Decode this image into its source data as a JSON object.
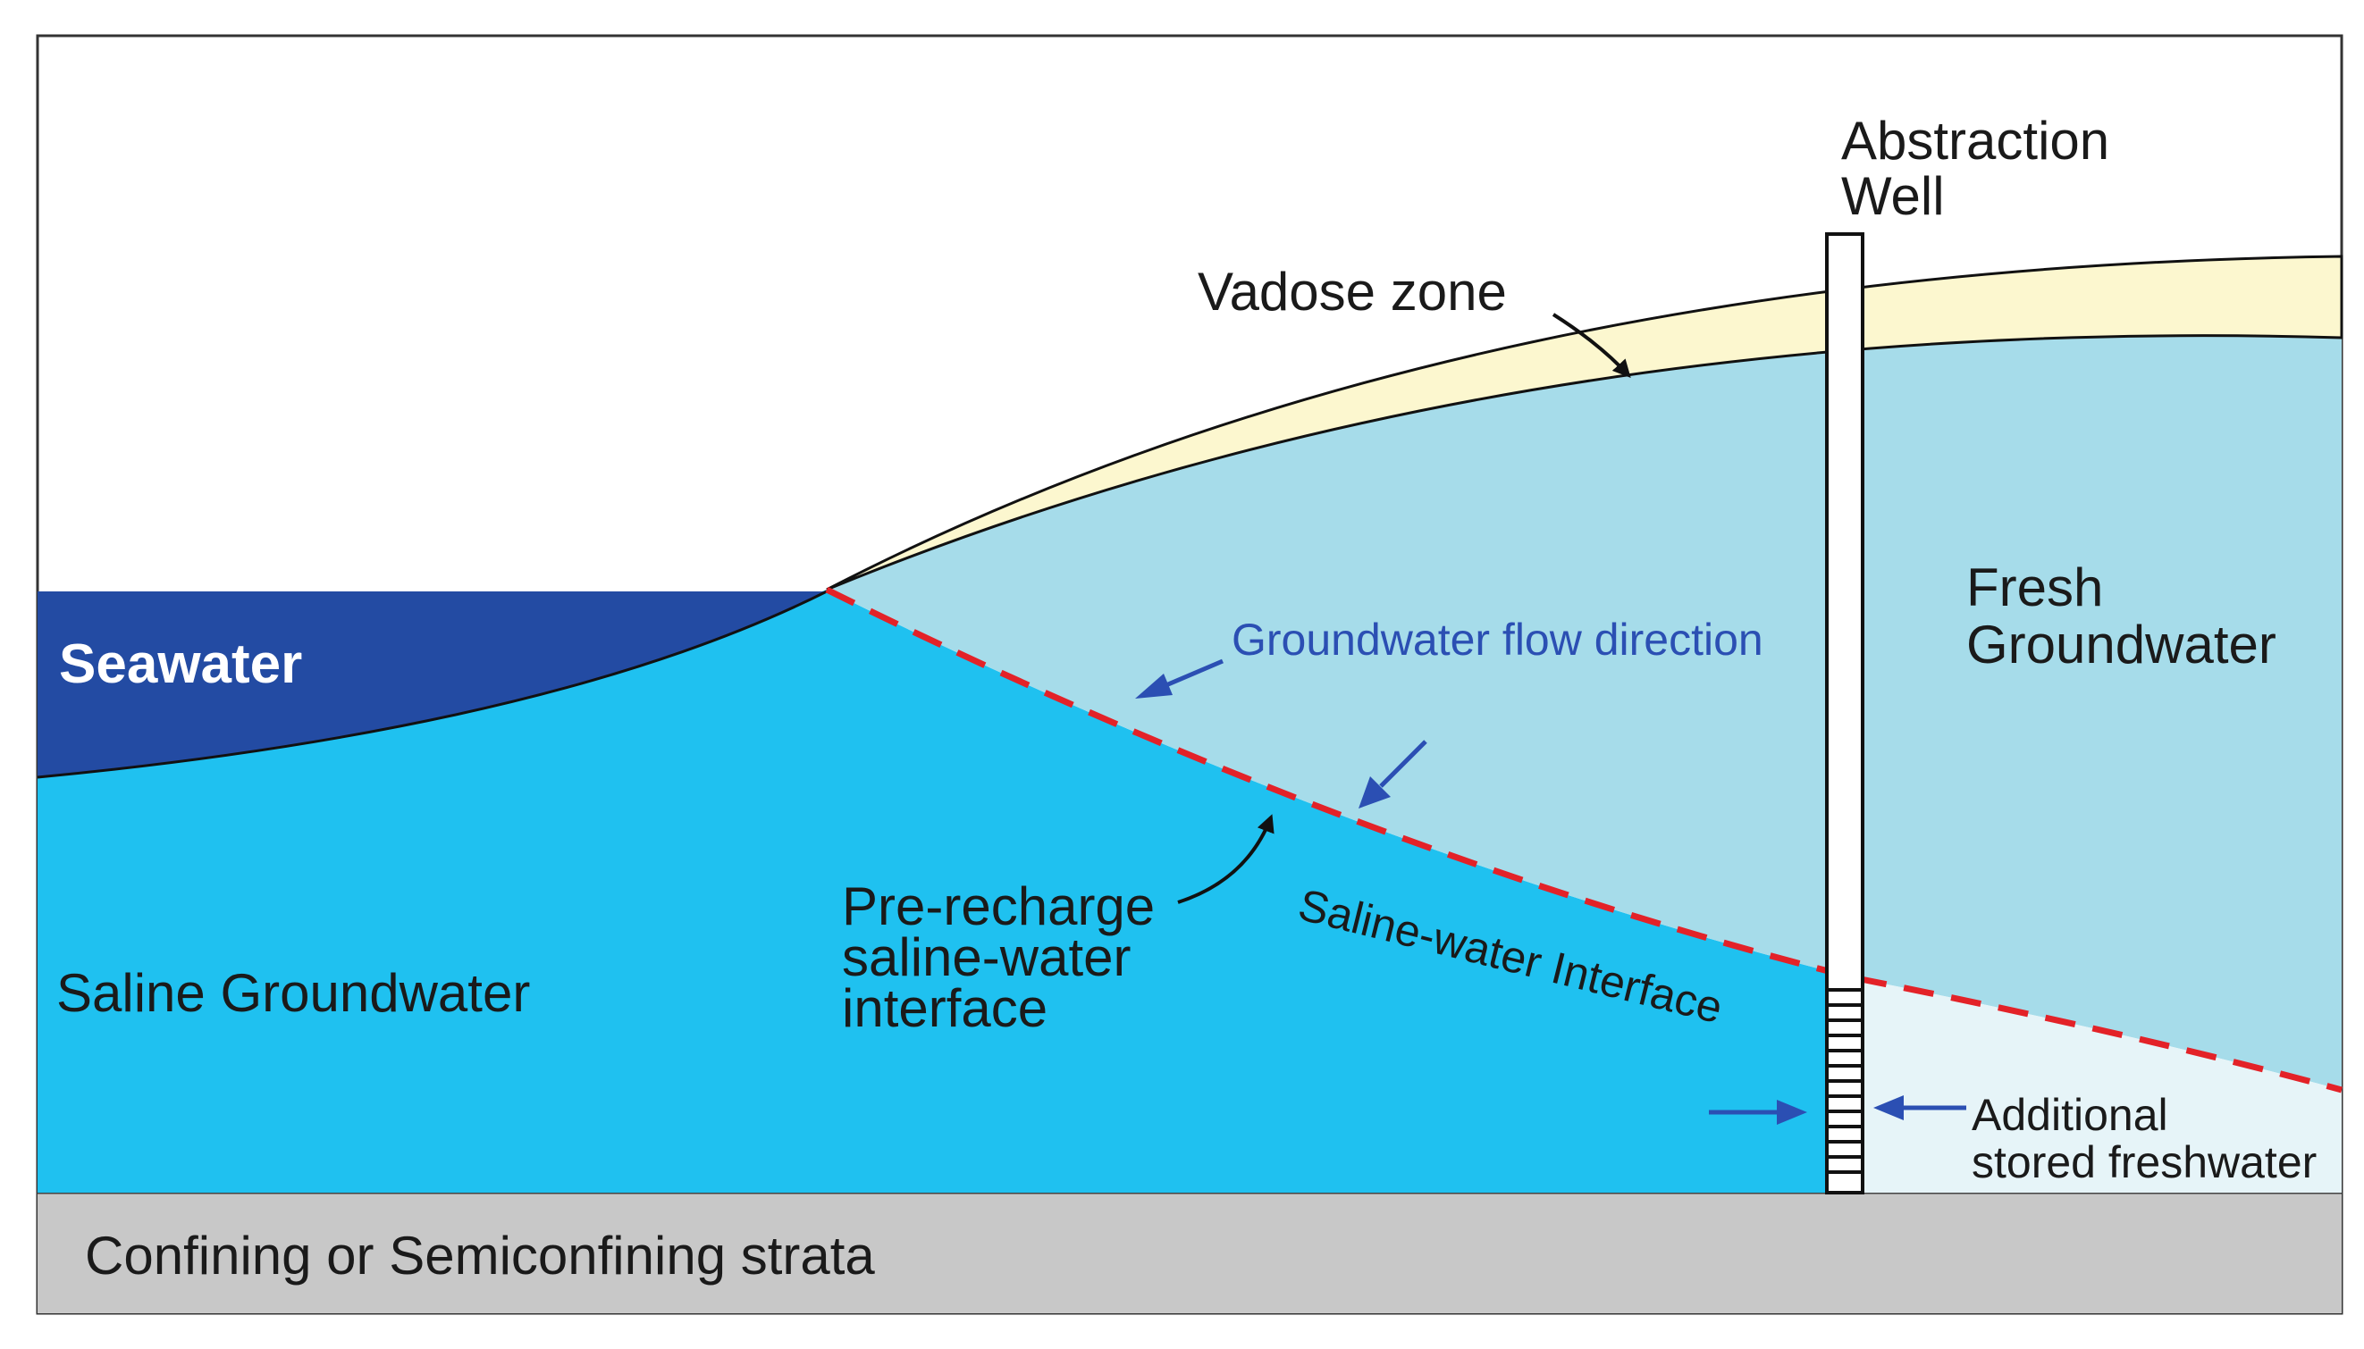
{
  "labels": {
    "abstraction_well_line1": "Abstraction",
    "abstraction_well_line2": "Well",
    "vadose_zone": "Vadose zone",
    "fresh_groundwater_line1": "Fresh",
    "fresh_groundwater_line2": "Groundwater",
    "seawater": "Seawater",
    "flow_direction": "Groundwater flow direction",
    "pre_recharge_line1": "Pre-recharge",
    "pre_recharge_line2": "saline-water",
    "pre_recharge_line3": "interface",
    "saline_groundwater": "Saline Groundwater",
    "saline_interface": "Saline-water Interface",
    "additional_line1": "Additional",
    "additional_line2": "stored freshwater",
    "confining_strata": "Confining or Semiconfining strata"
  },
  "colors": {
    "seawater": "#234ba3",
    "saline_groundwater": "#1fc1f0",
    "fresh_groundwater": "#a6dcea",
    "vadose_zone": "#fcf7cf",
    "stored_freshwater": "#e6f4f8",
    "confining_strata": "#c8c8c8",
    "interface_line": "#e32228",
    "flow_arrow": "#2b4fb3"
  }
}
